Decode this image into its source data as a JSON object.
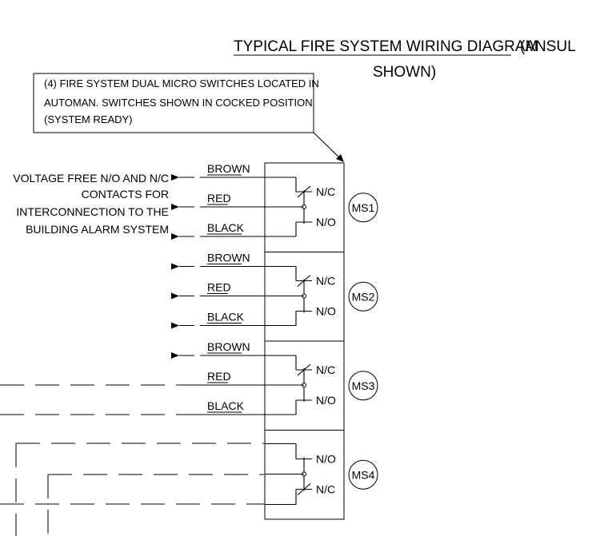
{
  "title": {
    "main": "TYPICAL FIRE SYSTEM WIRING DIAGRAM",
    "suffix_line1": "(ANSUL",
    "suffix_line2": "SHOWN)"
  },
  "note": {
    "lines": [
      "(4) FIRE SYSTEM DUAL MICRO SWITCHES LOCATED IN",
      "AUTOMAN. SWITCHES SHOWN IN COCKED POSITION",
      "(SYSTEM READY)"
    ]
  },
  "contacts_note": {
    "lines": [
      "VOLTAGE FREE N/O AND N/C",
      "CONTACTS FOR",
      "INTERCONNECTION TO THE",
      "BUILDING ALARM SYSTEM"
    ]
  },
  "switches": [
    {
      "label": "MS1",
      "top_contact": "N/C",
      "bottom_contact": "N/O",
      "wires": [
        "BROWN",
        "RED",
        "BLACK"
      ]
    },
    {
      "label": "MS2",
      "top_contact": "N/C",
      "bottom_contact": "N/O",
      "wires": [
        "BROWN",
        "RED",
        "BLACK"
      ]
    },
    {
      "label": "MS3",
      "top_contact": "N/C",
      "bottom_contact": "N/O",
      "wires": [
        "BROWN",
        "RED",
        "BLACK"
      ]
    },
    {
      "label": "MS4",
      "top_contact": "N/O",
      "bottom_contact": "N/C",
      "wires": []
    }
  ]
}
